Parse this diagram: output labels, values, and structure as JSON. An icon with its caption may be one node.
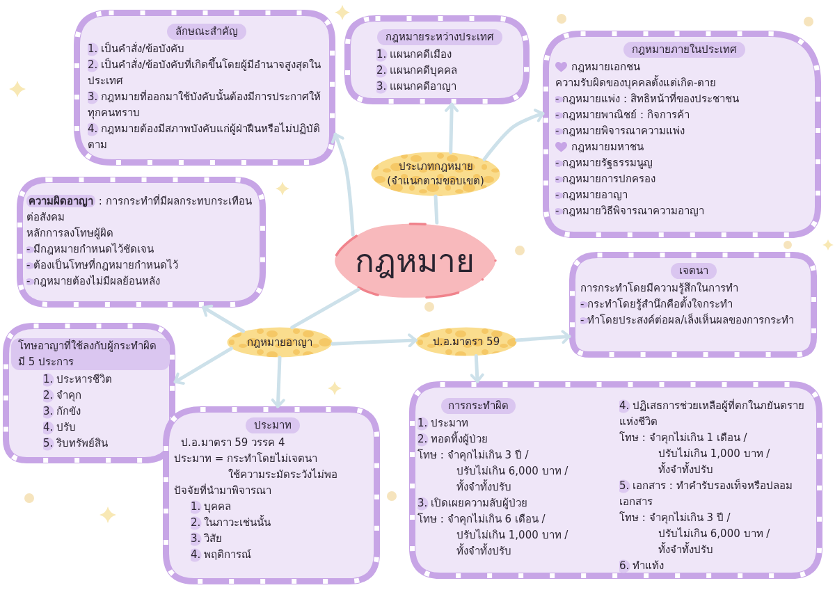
{
  "diagram": {
    "nodes": [
      {
        "text": [
          "กฎหมาย"
        ]
      },
      {
        "text": [
          "ประเภทกฎหมาย (จำแนกตามขอบเขต)"
        ]
      },
      {
        "text": [
          "ลักษณะสำคัญ",
          "1. เป็นคำสั่ง/ข้อบังคับ",
          "2. เป็นคำสั่ง/ข้อบังคับที่เกิดขึ้นโดยผู้มีอำนาจสูงสุดในประเทศ",
          "3. กฎหมายที่ออกมาใช้บังคับนั้นต้องมีการประกาศให้ทุกคนทราบ",
          "4. กฎหมายต้องมีสภาพบังคับแก่ผู้ฝ่าฝืนหรือไม่ปฏิบัติตาม"
        ]
      },
      {
        "text": [
          "กฎหมายระหว่างประเทศ",
          "1. แผนกคดีเมือง",
          "2. แผนกคดีบุคคล",
          "3. แผนกคดีอาญา"
        ]
      },
      {
        "text": [
          "กฎหมายภายในประเทศ",
          "กฎหมายเอกชน",
          "ความรับผิดของบุคคลตั้งแต่เกิด-ตาย",
          "- กฎหมายแพ่ง : สิทธิหน้าที่ของประชาชน",
          "- กฎหมายพาณิชย์ : กิจการค้า",
          "- กฎหมายพิจารณาความแพ่ง",
          "กฎหมายมหาชน",
          "- กฎหมายรัฐธรรมนูญ",
          "- กฎหมายการปกครอง",
          "- กฎหมายอาญา",
          "- กฎหมายวิธีพิจารณาความอาญา"
        ]
      },
      {
        "text": [
          "กฎหมายอาญา"
        ]
      },
      {
        "text": [
          "**ความผิดอาญา** : การกระทำที่มีผลกระทบกระเทือนต่อสังคม",
          "หลักการลงโทษผู้ผิด",
          "- มีกฎหมายกำหนดไว้ชัดเจน",
          "- ต้องเป็นโทษที่กฎหมายกำหนดไว้",
          "- กฎหมายต้องไม่มีผลย้อนหลัง"
        ]
      },
      {
        "text": [
          "โทษอาญาที่ใช้ลงกับผู้กระทำผิด มี 5 ประการ",
          "1. ประหารชีวิต",
          "2. จำคุก",
          "3. กักขัง",
          "4. ปรับ",
          "5. ริบทรัพย์สิน"
        ]
      },
      {
        "text": [
          "ประมาท",
          "ป.อ.มาตรา 59 วรรค 4",
          "ประมาท = กระทำโดยไม่เจตนา ใช้ความระมัดระวังไม่พอ",
          "ปัจจัยที่นำมาพิจารณา",
          "1. บุคคล",
          "2. ในภาวะเช่นนั้น",
          "3. วิสัย",
          "4. พฤติการณ์"
        ]
      },
      {
        "text": [
          "ป.อ.มาตรา 59"
        ]
      },
      {
        "text": [
          "เจตนา",
          "การกระทำโดยมีความรู้สึกในการทำ",
          "- กระทำโดยรู้สำนึกคือตั้งใจกระทำ",
          "- ทำโดยประสงค์ต่อผล/เล็งเห็นผลของการกระทำ"
        ]
      },
      {
        "text": [
          "การกระทำผิด",
          "1. ประมาท",
          "2. ทอดทิ้งผู้ป่วย",
          "โทษ : จำคุกไม่เกิน 3 ปี / ปรับไม่เกิน 6,000 บาท / ทั้งจำทั้งปรับ",
          "3. เปิดเผยความลับผู้ป่วย",
          "โทษ : จำคุกไม่เกิน 6 เดือน / ปรับไม่เกิน 1,000 บาท / ทั้งจำทั้งปรับ",
          "4. ปฏิเสธการช่วยเหลือผู้ที่ตกในภยันตรายแห่งชีวิต",
          "โทษ : จำคุกไม่เกิน 1 เดือน / ปรับไม่เกิน 1,000 บาท / ทั้งจำทั้งปรับ",
          "5. เอกสาร : ทำคำรับรองเท็จหรือปลอมเอกสาร",
          "โทษ : จำคุกไม่เกิน 3 ปี / ปรับไม่เกิน 6,000 บาท / ทั้งจำทั้งปรับ",
          "6. ทำแท้ง"
        ]
      }
    ],
    "edges": [
      {
        "from": 0,
        "to": 1,
        "arrow": "none"
      },
      {
        "from": 0,
        "to": 2,
        "arrow": "to"
      },
      {
        "from": 1,
        "to": 3,
        "arrow": "to"
      },
      {
        "from": 1,
        "to": 4,
        "arrow": "to"
      },
      {
        "from": 0,
        "to": 5,
        "arrow": "none"
      },
      {
        "from": 5,
        "to": 6,
        "arrow": "to"
      },
      {
        "from": 5,
        "to": 7,
        "arrow": "to"
      },
      {
        "from": 5,
        "to": 8,
        "arrow": "to"
      },
      {
        "from": 5,
        "to": 9,
        "arrow": "to"
      },
      {
        "from": 9,
        "to": 10,
        "arrow": "to"
      },
      {
        "from": 9,
        "to": 11,
        "arrow": "to"
      }
    ]
  }
}
